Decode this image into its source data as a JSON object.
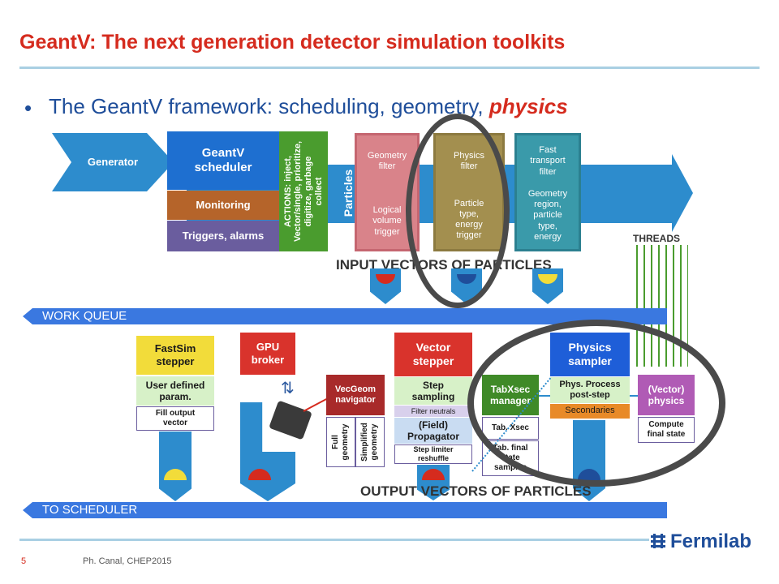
{
  "slide": {
    "title": "GeantV: The next generation detector simulation toolkits",
    "bullet_main": "The GeantV framework: scheduling, geometry, ",
    "bullet_emphasis": "physics",
    "slide_number": "5",
    "footer_text": "Ph. Canal, CHEP2015",
    "logo_text": "Fermilab"
  },
  "diagram": {
    "generator": "Generator",
    "scheduler": "GeantV\nscheduler",
    "monitoring": "Monitoring",
    "triggers": "Triggers, alarms",
    "actions": "ACTIONS: inject,\nVector/single, prioritize,\ndigitize, garbage\ncollect",
    "particles": "Particles",
    "geometry_filter_top": "Geometry\nfilter",
    "geometry_filter_bottom": "Logical\nvolume\ntrigger",
    "physics_filter_top": "Physics\nfilter",
    "physics_filter_bottom": "Particle\ntype,\nenergy\ntrigger",
    "fast_transport_top": "Fast\ntransport\nfilter",
    "fast_transport_bottom": "Geometry\nregion,\nparticle\ntype,\nenergy",
    "threads": "THREADS",
    "input_vectors": "INPUT VECTORS OF PARTICLES",
    "work_queue": "WORK QUEUE",
    "fastsim_stepper": "FastSim\nstepper",
    "user_defined": "User defined\nparam.",
    "fill_output": "Fill output\nvector",
    "gpu_broker": "GPU\nbroker",
    "vecgeom": "VecGeom\nnavigator",
    "full_geometry": "Full\ngeometry",
    "simplified_geometry": "Simplified\ngeometry",
    "vector_stepper": "Vector\nstepper",
    "step_sampling": "Step\nsampling",
    "filter_neutrals": "Filter neutrals",
    "field_propagator": "(Field)\nPropagator",
    "step_limiter": "Step limiter\nreshuffle",
    "tabxsec_manager": "TabXsec\nmanager",
    "tab_xsec": "Tab. Xsec",
    "tab_final_state": "Tab. final\nstate\nsamples",
    "physics_sampler": "Physics\nsampler",
    "phys_process": "Phys. Process\npost-step",
    "secondaries": "Secondaries",
    "vector_physics": "(Vector)\nphysics",
    "compute_final_state": "Compute\nfinal state",
    "output_vectors": "OUTPUT VECTORS OF PARTICLES",
    "to_scheduler": "TO SCHEDULER"
  }
}
